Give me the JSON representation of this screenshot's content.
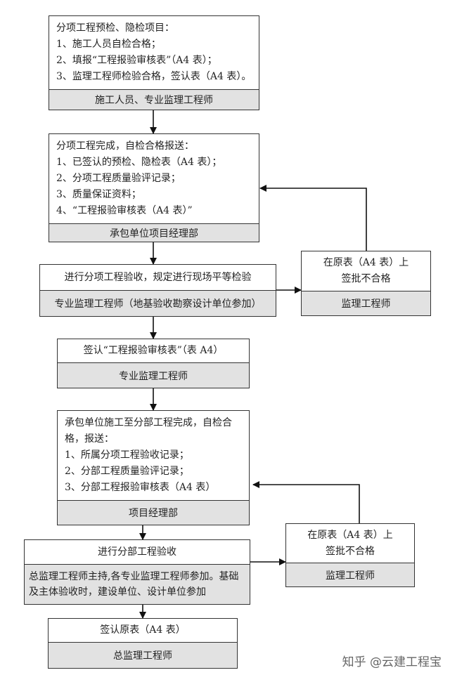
{
  "boxes": {
    "b1": {
      "lines": [
        "分项工程预检、隐检项目：",
        "1、施工人员自检合格；",
        "2、填报“工程报验审核表”（A4 表）；",
        "3、监理工程师检验合格，签认表（A4 表）。"
      ],
      "role": "施工人员、专业监理工程师"
    },
    "b2": {
      "lines": [
        "分项工程完成，自检合格报送：",
        "1、已签认的预检、隐检表（A4 表）；",
        "2、分项工程质量验评记录；",
        "3、质量保证资料；",
        "4、“工程报验审核表（A4 表）”"
      ],
      "role": "承包单位项目经理部"
    },
    "b3": {
      "lines": [
        "进行分项工程验收，规定进行现场平等检验"
      ],
      "role": "专业监理工程师（地基验收勘察设计单位参加）"
    },
    "b4": {
      "lines": [
        "在原表（A4 表）上",
        "签批不合格"
      ],
      "role": "监理工程师"
    },
    "b5": {
      "lines": [
        "签认“工程报验审核表”（表 A4）"
      ],
      "role": "专业监理工程师"
    },
    "b6": {
      "lines": [
        "承包单位施工至分部工程完成，自检合",
        "格，报送：",
        "1、所属分项工程验收记录；",
        "2、分部工程质量验评记录；",
        "3、分部工程报验审核表（A4 表）"
      ],
      "role": "项目经理部"
    },
    "b7": {
      "lines": [
        "进行分部工程验收"
      ],
      "role": "总监理工程师主持,各专业监理工程师参加。基础及主体验收时，建设单位、设计单位参加"
    },
    "b8": {
      "lines": [
        "在原表（A4 表）上",
        "签批不合格"
      ],
      "role": "监理工程师"
    },
    "b9": {
      "lines": [
        "签认原表（A4 表）"
      ],
      "role": "总监理工程师"
    }
  },
  "watermark": "知乎 @云建工程宝"
}
